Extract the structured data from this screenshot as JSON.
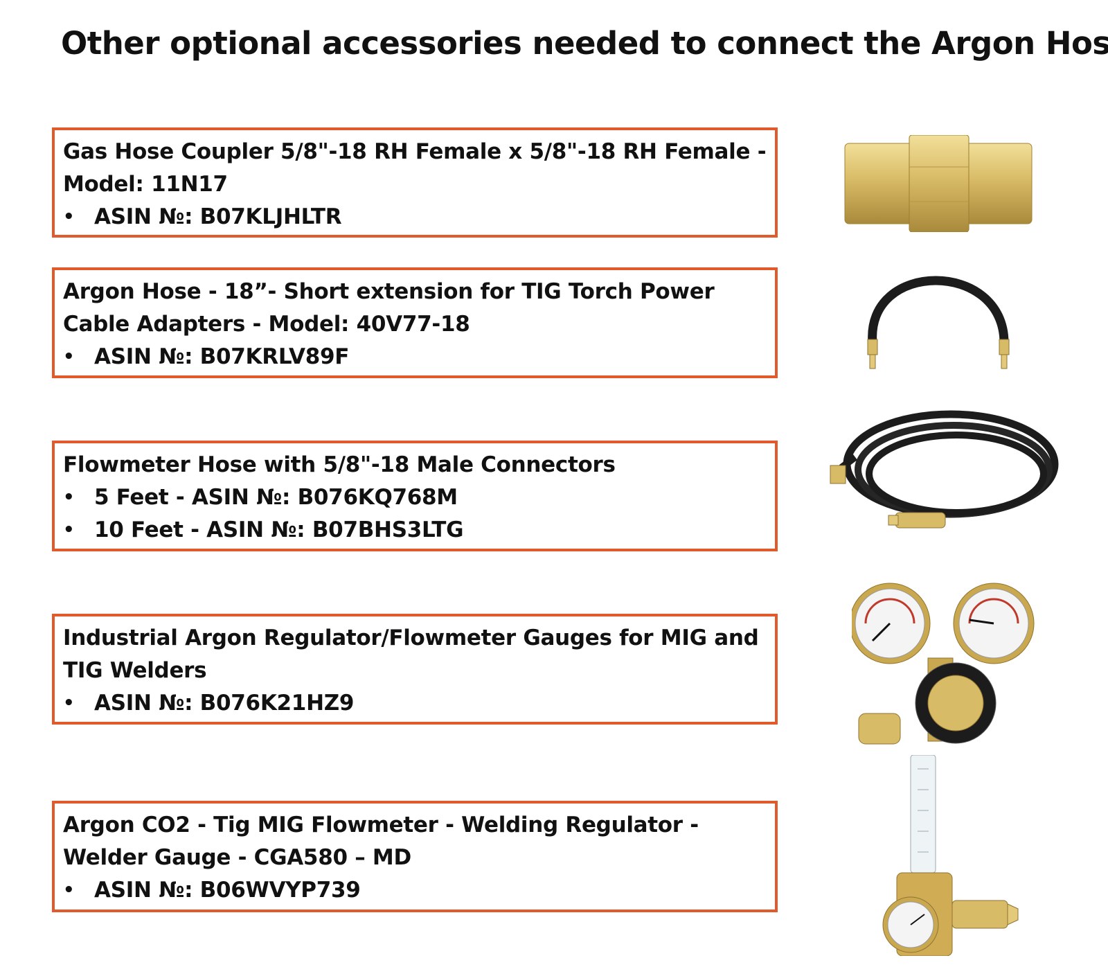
{
  "page": {
    "title": "Other optional accessories needed to connect the Argon Hose."
  },
  "items": [
    {
      "title": "Gas Hose Coupler 5/8\"-18 RH Female x 5/8\"-18 RH Female - Model: 11N17",
      "asin_lines": [
        "ASIN №: B07KLJHLTR"
      ],
      "image_icon": "brass-coupler"
    },
    {
      "title": "Argon Hose - 18”- Short extension for TIG Torch Power Cable Adapters - Model: 40V77-18",
      "asin_lines": [
        "ASIN №: B07KRLV89F"
      ],
      "image_icon": "short-hose"
    },
    {
      "title": "Flowmeter Hose with 5/8\"-18 Male Connectors",
      "asin_lines": [
        "5 Feet - ASIN №: B076KQ768M",
        "10 Feet - ASIN №: B07BHS3LTG"
      ],
      "image_icon": "coiled-hose"
    },
    {
      "title": "Industrial Argon Regulator/Flowmeter Gauges for MIG and TIG Welders",
      "asin_lines": [
        "ASIN №: B076K21HZ9"
      ],
      "image_icon": "dual-gauge-regulator"
    },
    {
      "title": "Argon CO2 - Tig MIG Flowmeter - Welding Regulator - Welder Gauge - CGA580 – MD",
      "asin_lines": [
        "ASIN №: B06WVYP739"
      ],
      "image_icon": "flowmeter-regulator"
    }
  ],
  "colors": {
    "box_border": "#e05a2b",
    "brass": "#d4b15a",
    "hose": "#1c1c1c"
  }
}
